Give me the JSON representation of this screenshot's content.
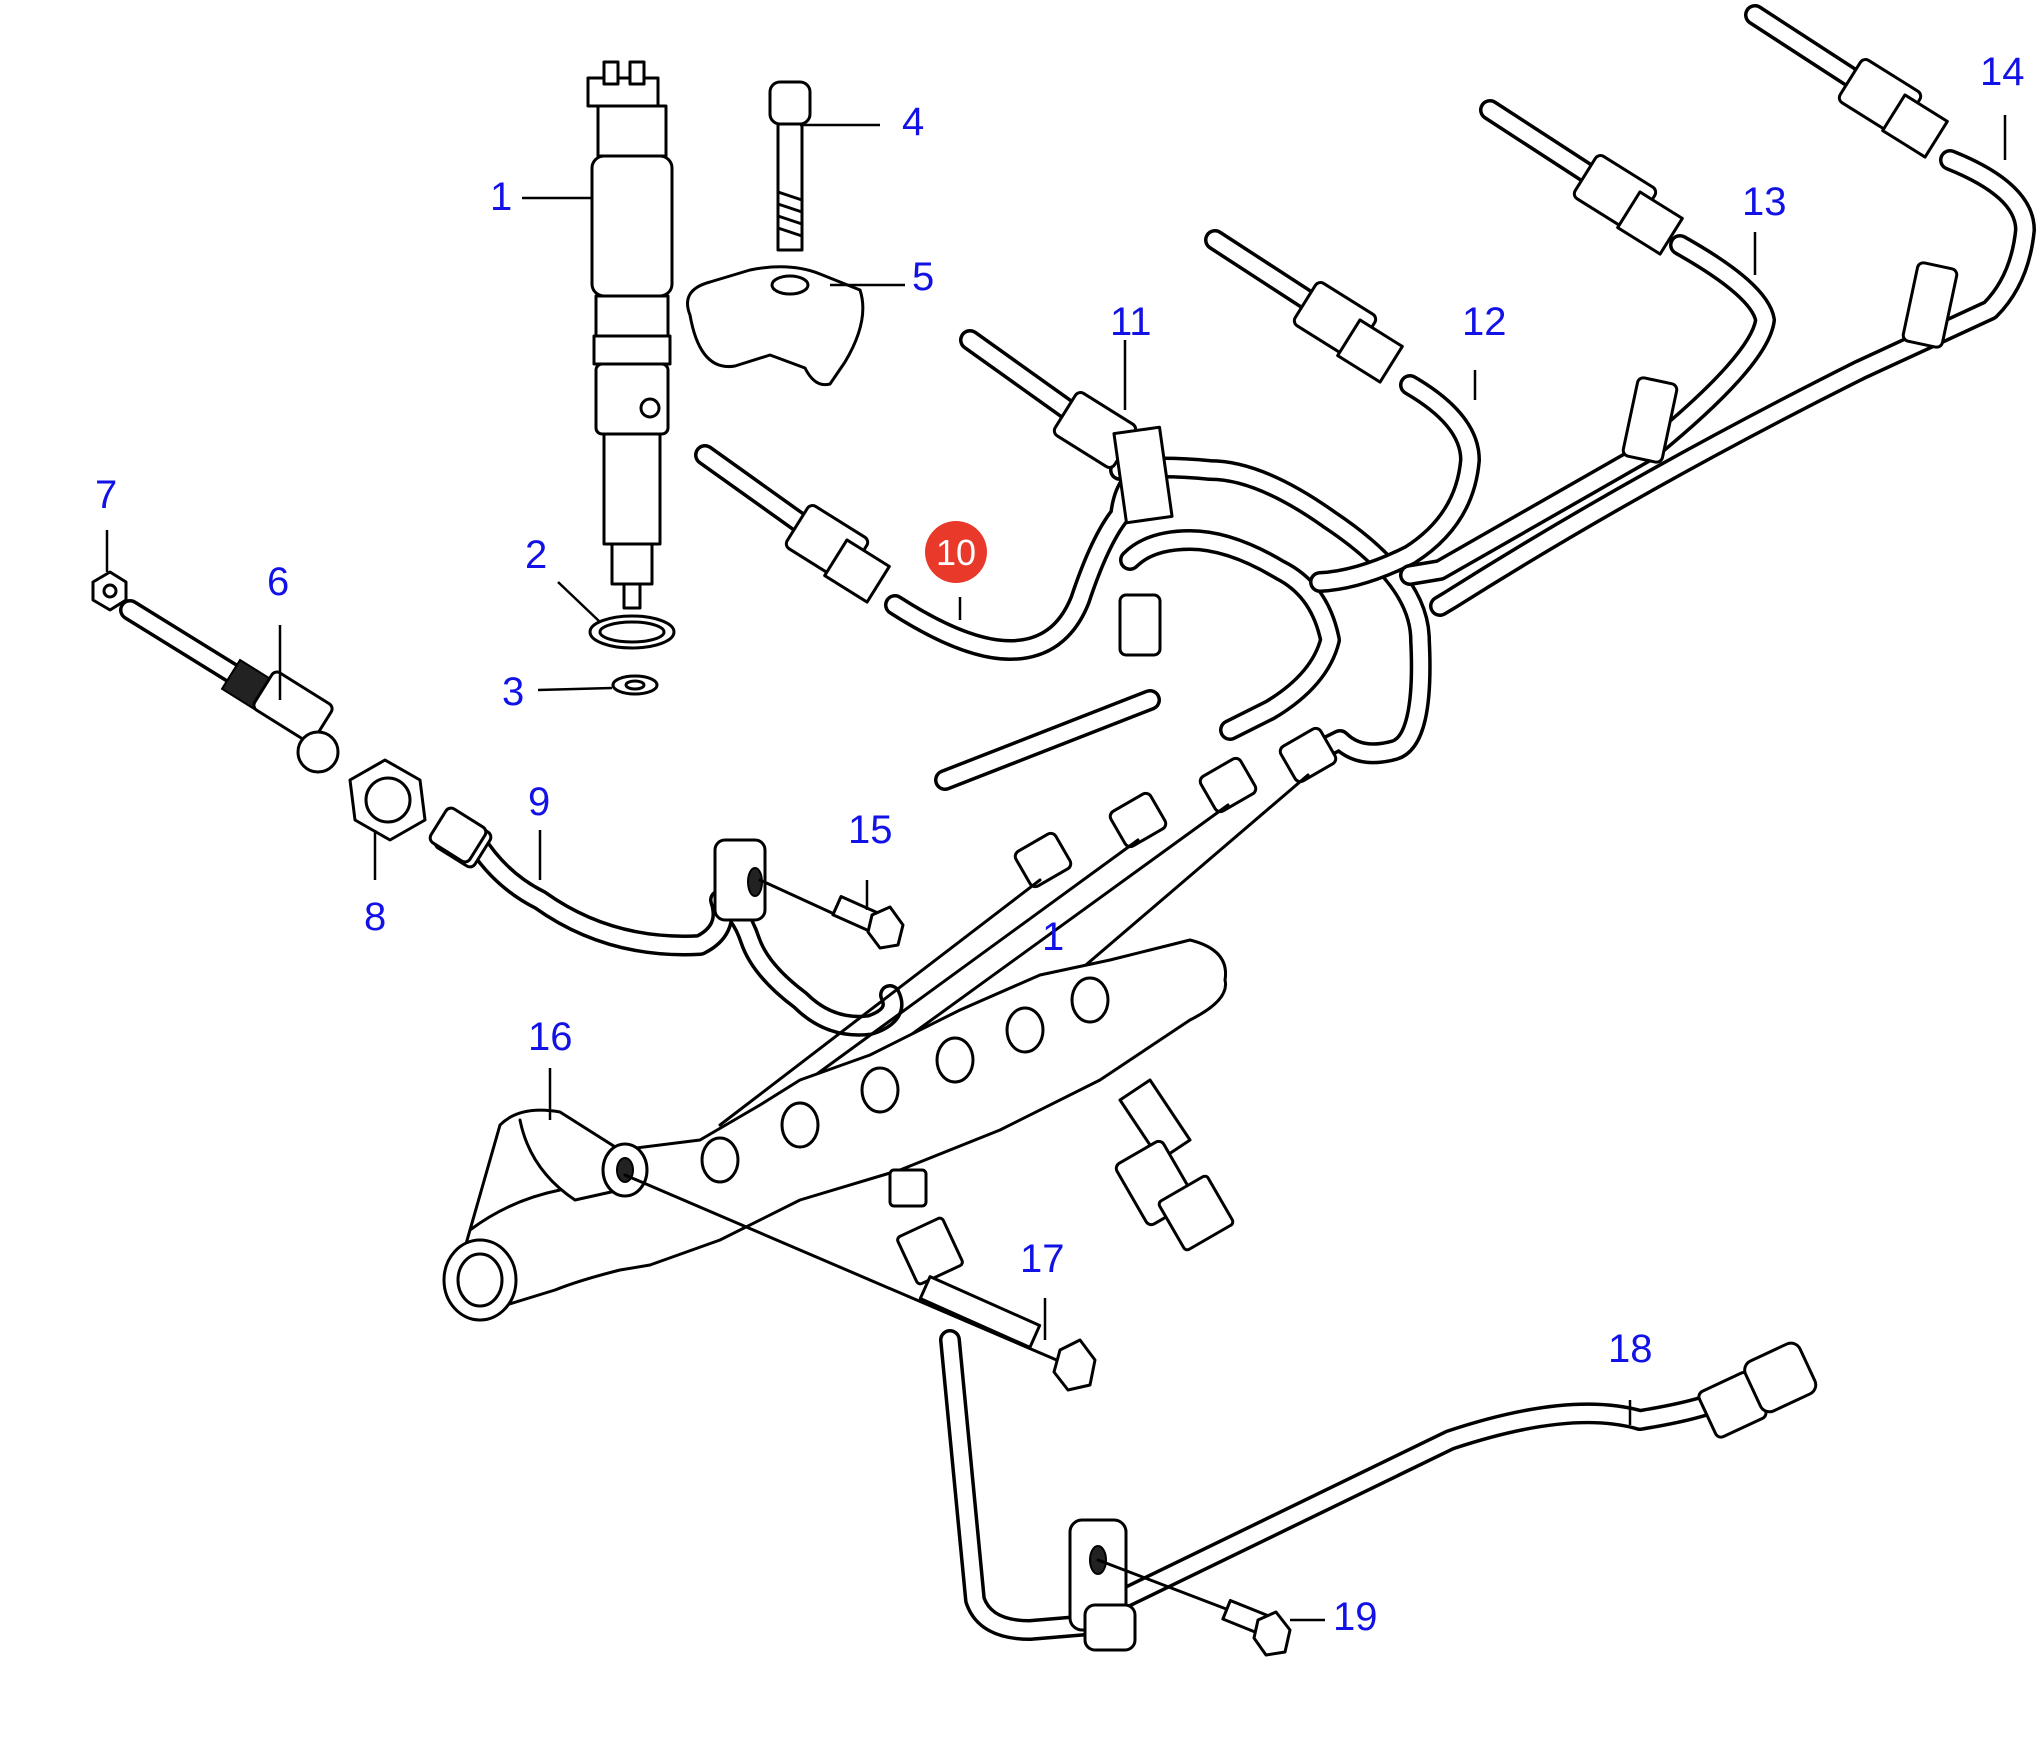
{
  "accent": {
    "callout_color": "#1212e6",
    "highlight_color": "#e8392b"
  },
  "callouts": [
    {
      "id": "1",
      "label": "1"
    },
    {
      "id": "2",
      "label": "2"
    },
    {
      "id": "3",
      "label": "3"
    },
    {
      "id": "4",
      "label": "4"
    },
    {
      "id": "5",
      "label": "5"
    },
    {
      "id": "6",
      "label": "6"
    },
    {
      "id": "7",
      "label": "7"
    },
    {
      "id": "8",
      "label": "8"
    },
    {
      "id": "9",
      "label": "9"
    },
    {
      "id": "10",
      "label": "10",
      "highlighted": true
    },
    {
      "id": "11",
      "label": "11"
    },
    {
      "id": "12",
      "label": "12"
    },
    {
      "id": "13",
      "label": "13"
    },
    {
      "id": "14",
      "label": "14"
    },
    {
      "id": "15",
      "label": "15"
    },
    {
      "id": "16",
      "label": "16"
    },
    {
      "id": "17",
      "label": "17"
    },
    {
      "id": "18",
      "label": "18"
    },
    {
      "id": "19",
      "label": "19"
    },
    {
      "id": "1b",
      "label": "1"
    }
  ]
}
